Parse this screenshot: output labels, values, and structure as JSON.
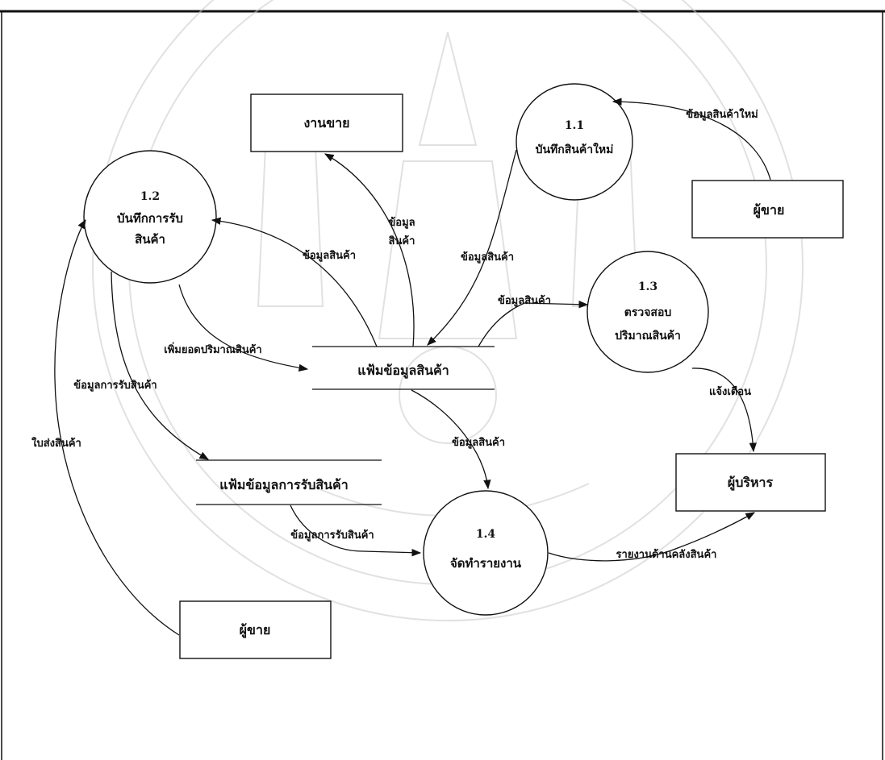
{
  "processes": {
    "p11": {
      "number": "1.1",
      "name_lines": [
        "บันทึกสินค้าใหม่"
      ]
    },
    "p12": {
      "number": "1.2",
      "name_lines": [
        "บันทึกการรับ",
        "สินค้า"
      ]
    },
    "p13": {
      "number": "1.3",
      "name_lines": [
        "ตรวจสอบ",
        "ปริมาณสินค้า"
      ]
    },
    "p14": {
      "number": "1.4",
      "name_lines": [
        "จัดทำรายงาน"
      ]
    }
  },
  "entities": {
    "sales": "งานขาย",
    "seller_top": "ผู้ขาย",
    "seller_bottom": "ผู้ขาย",
    "executive": "ผู้บริหาร"
  },
  "stores": {
    "product_file": "แฟ้มข้อมูลสินค้า",
    "receive_file": "แฟ้มข้อมูลการรับสินค้า"
  },
  "flows": {
    "new_product_info": "ข้อมูลสินค้าใหม่",
    "product_info_to_sales_1": "ข้อมูล",
    "product_info_to_sales_2": "สินค้า",
    "product_info_to_p12": "ข้อมูลสินค้า",
    "product_info_from_p11": "ข้อมูลสินค้า",
    "product_info_to_p13": "ข้อมูลสินค้า",
    "add_quantity": "เพิ่มยอดปริมาณสินค้า",
    "receive_info": "ข้อมูลการรับสินค้า",
    "delivery_note": "ใบส่งสินค้า",
    "product_info_to_p14": "ข้อมูลสินค้า",
    "alert": "แจ้งเตือน",
    "receive_info_to_p14": "ข้อมูลการรับสินค้า",
    "inventory_report": "รายงานด้านคลังสินค้า"
  },
  "colors": {
    "ink": "#111111",
    "watermark": "#c9c9c9",
    "background": "#ffffff"
  }
}
